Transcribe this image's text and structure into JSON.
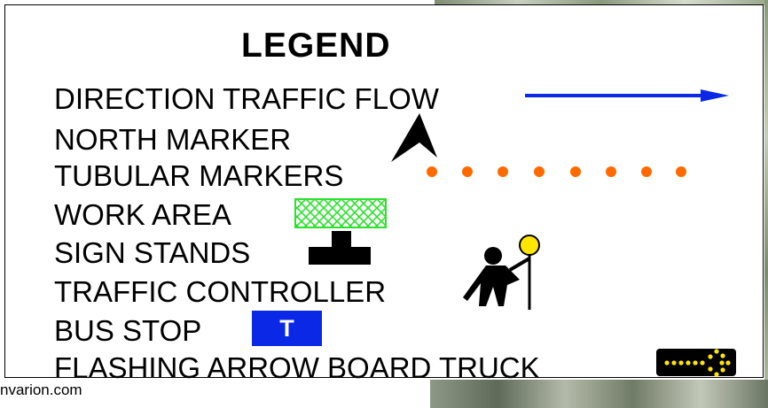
{
  "legend": {
    "title": "LEGEND",
    "rows": [
      {
        "label": "DIRECTION TRAFFIC FLOW",
        "symbol": "blue-arrow-icon"
      },
      {
        "label": "NORTH MARKER",
        "symbol": "north-arrow-icon"
      },
      {
        "label": "TUBULAR MARKERS",
        "symbol": "orange-dots-icon"
      },
      {
        "label": "WORK AREA",
        "symbol": "green-crosshatch-icon"
      },
      {
        "label": "SIGN STANDS",
        "symbol": "sign-stand-icon"
      },
      {
        "label": "TRAFFIC CONTROLLER",
        "symbol": "traffic-controller-icon"
      },
      {
        "label": "BUS STOP",
        "symbol": "bus-stop-icon"
      },
      {
        "label": "FLASHING ARROW BOARD TRUCK",
        "symbol": "arrow-board-icon"
      }
    ],
    "bus_stop_glyph": "T",
    "watermark": "nvarion.com"
  },
  "colors": {
    "flow_arrow": "#0a28e6",
    "tubular_marker": "#ff6a00",
    "work_area": "#2de02d",
    "bus_stop": "#0a28e6",
    "arrow_board_light": "#ffe600",
    "controller_sign": "#ffe600"
  }
}
